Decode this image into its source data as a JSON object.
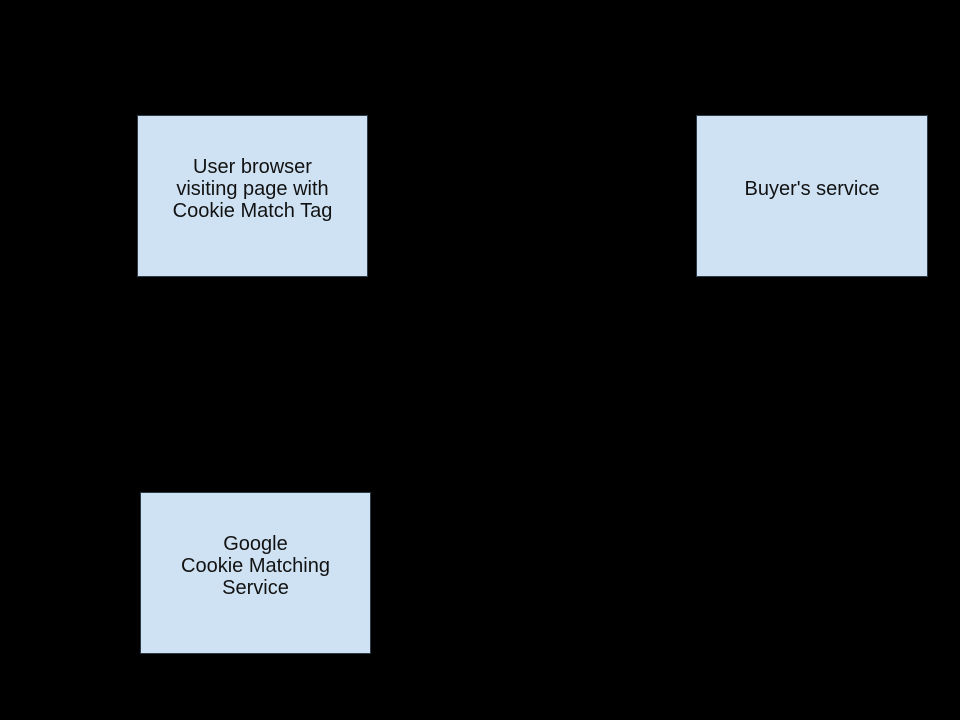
{
  "diagram": {
    "background_color": "#000000",
    "node_fill_color": "#cfe2f3",
    "node_border_color": "#2e3a46",
    "node_text_color": "#121212"
  },
  "nodes": [
    {
      "id": "user-browser",
      "label": "User browser\nvisiting page with\nCookie Match Tag"
    },
    {
      "id": "buyers-service",
      "label": "Buyer's service"
    },
    {
      "id": "google-cookie-matching-service",
      "label": "Google\nCookie Matching\nService"
    }
  ]
}
